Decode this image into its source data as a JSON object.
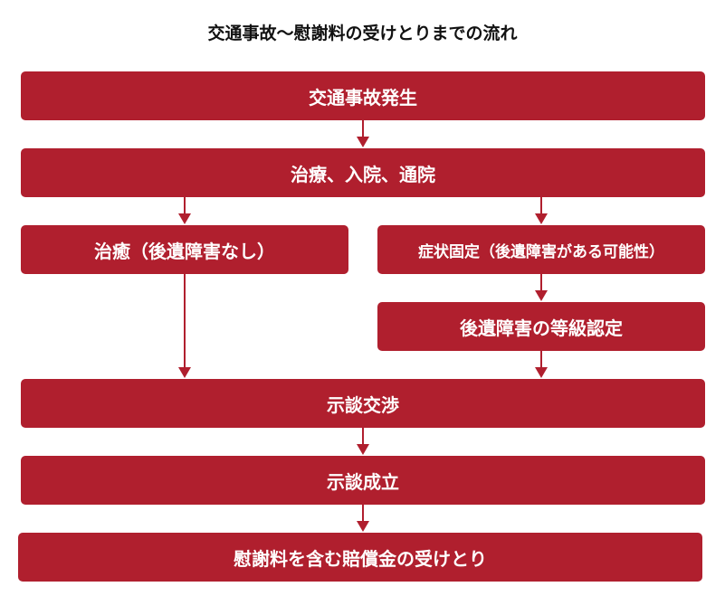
{
  "title": "交通事故〜慰謝料の受けとりまでの流れ",
  "nodes": {
    "accident": "交通事故発生",
    "treatment": "治療、入院、通院",
    "cured": "治癒（後遺障害なし）",
    "symptom_fixed": "症状固定（後遺障害がある可能性）",
    "grade_certification": "後遺障害の等級認定",
    "negotiation": "示談交渉",
    "settlement": "示談成立",
    "receipt": "慰謝料を含む賠償金の受けとり"
  },
  "colors": {
    "box_fill": "#b01f2e",
    "box_text": "#ffffff",
    "arrow": "#b01f2e",
    "title_text": "#111111"
  }
}
